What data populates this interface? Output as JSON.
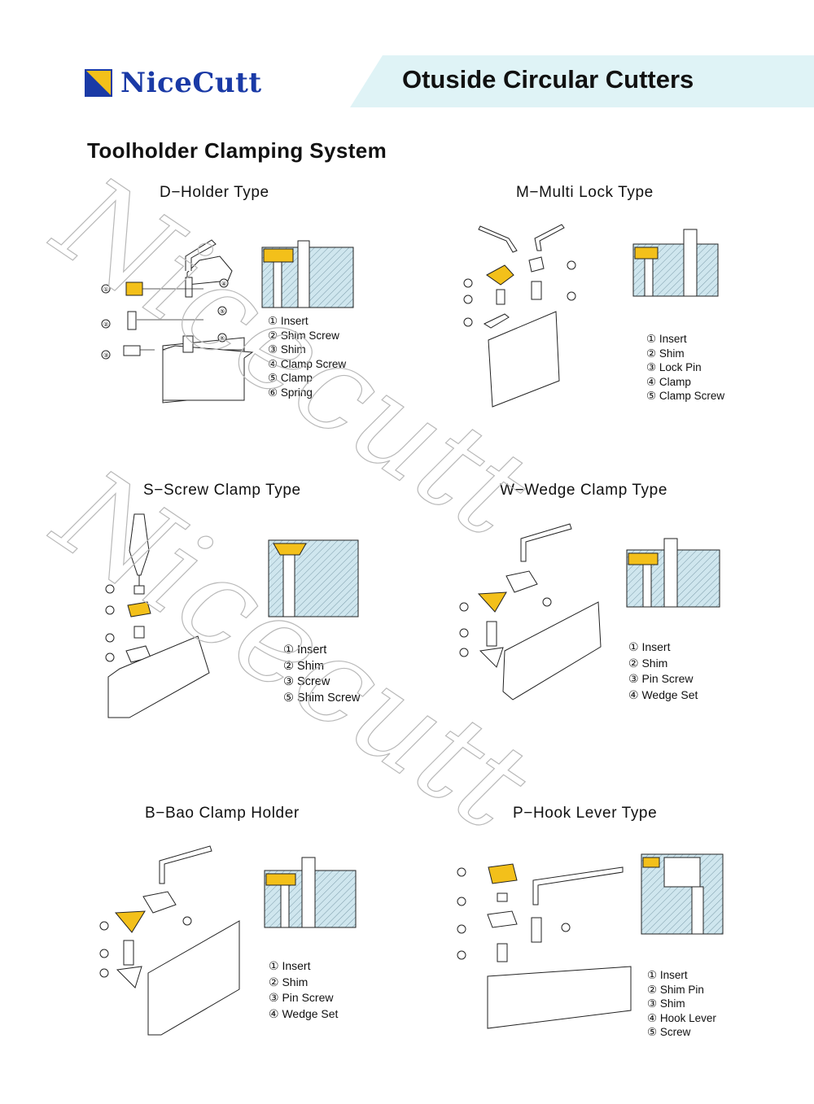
{
  "brand": {
    "name": "NiceCutt"
  },
  "banner": {
    "title": "Otuside Circular Cutters"
  },
  "section": {
    "title": "Toolholder Clamping System"
  },
  "watermark": {
    "text": "Nicecutt"
  },
  "colors": {
    "brand_blue": "#1a3aa6",
    "banner_bg": "#dff3f6",
    "insert_yellow": "#f3c01a",
    "hatch_bg": "#cfe6ee"
  },
  "panels": {
    "d_holder": {
      "title": "D−Holder Type",
      "legend": [
        "① Insert",
        "② Shim Screw",
        "③ Shim",
        "④ Clamp Screw",
        "⑤ Clamp",
        "⑥ Spring"
      ]
    },
    "m_multi": {
      "title": "M−Multi Lock Type",
      "legend": [
        "① Insert",
        "② Shim",
        "③ Lock Pin",
        "④ Clamp",
        "⑤ Clamp Screw"
      ]
    },
    "s_screw": {
      "title": "S−Screw Clamp Type",
      "legend": [
        "① Insert",
        "② Shim",
        "③ Screw",
        "⑤ Shim Screw"
      ]
    },
    "w_wedge": {
      "title": "W−Wedge Clamp Type",
      "legend": [
        "① Insert",
        "② Shim",
        "③ Pin Screw",
        "④ Wedge Set"
      ]
    },
    "b_bao": {
      "title": "B−Bao Clamp Holder",
      "legend": [
        "① Insert",
        "② Shim",
        "③ Pin Screw",
        "④ Wedge Set"
      ]
    },
    "p_hook": {
      "title": "P−Hook Lever Type",
      "legend": [
        "① Insert",
        "② Shim Pin",
        "③ Shim",
        "④ Hook Lever",
        "⑤ Screw"
      ]
    }
  },
  "callout_numbers": [
    "①",
    "②",
    "③",
    "④",
    "⑤",
    "⑥"
  ]
}
